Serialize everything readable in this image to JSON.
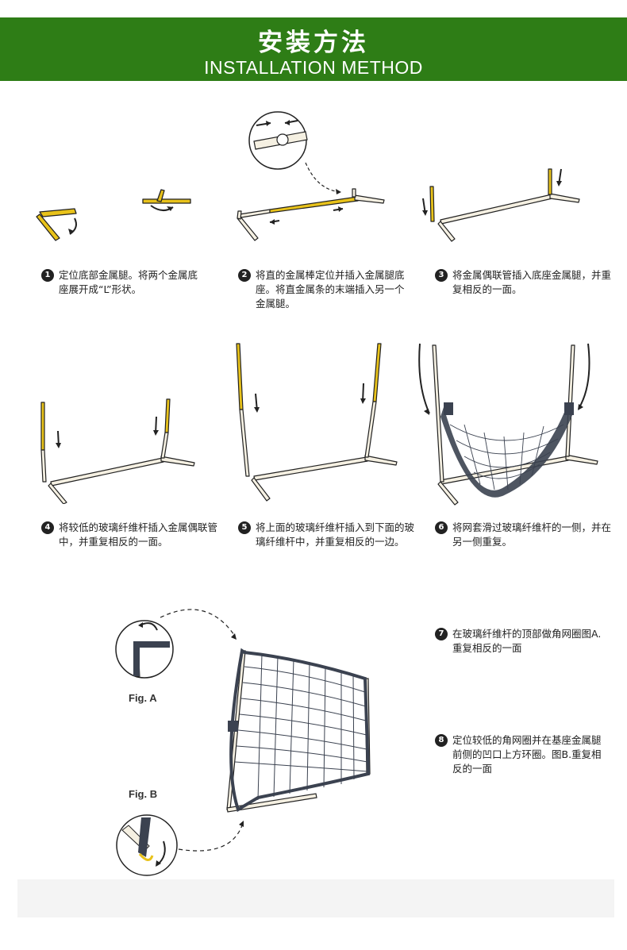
{
  "header": {
    "title_zh": "安装方法",
    "title_en": "INSTALLATION METHOD",
    "bg_color": "#2e7d16"
  },
  "steps": [
    {
      "num": "1",
      "text": "定位底部金属腿。将两个金属底座展开成“L”形状。"
    },
    {
      "num": "2",
      "text": "将直的金属棒定位并插入金属腿底座。将直金属条的末端插入另一个金属腿。"
    },
    {
      "num": "3",
      "text": "将金属偶联管插入底座金属腿，并重复相反的一面。"
    },
    {
      "num": "4",
      "text": "将较低的玻璃纤维杆插入金属偶联管中，并重复相反的一面。"
    },
    {
      "num": "5",
      "text": "将上面的玻璃纤维杆插入到下面的玻璃纤维杆中，并重复相反的一边。"
    },
    {
      "num": "6",
      "text": "将网套滑过玻璃纤维杆的一侧，并在另一侧重复。"
    },
    {
      "num": "7",
      "text": "在玻璃纤维杆的顶部做角网圈图A.重复相反的一面"
    },
    {
      "num": "8",
      "text": "定位较低的角网圈并在基座金属腿前侧的凹口上方环圈。图B.重复相反的一面"
    }
  ],
  "figures": {
    "fig_a": "Fig. A",
    "fig_b": "Fig. B"
  },
  "colors": {
    "pole_yellow": "#e8c21a",
    "frame": "#f5f0e2",
    "net": "#3b4250",
    "outline": "#222222"
  }
}
